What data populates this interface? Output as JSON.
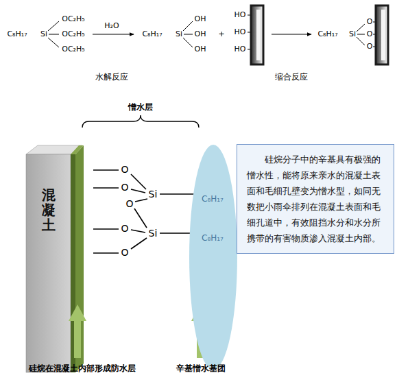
{
  "diagram": {
    "nodes": [
      {
        "text": [
          "混凝土"
        ]
      },
      {
        "text": [
          "C₈H₁₇",
          "C₈H₁₇"
        ]
      },
      {
        "text": [
          "硅烷分子中的辛基具有极强的憎水性，能将原来亲水的混凝土表面和毛细孔壁变为憎水型，如同无数把小雨伞排列在混凝土表面和毛细孔道中，有效阻挡水分和水分所携带的有害物质渗入混凝土内部。"
        ]
      }
    ],
    "labels": [
      "C₈H₁₇",
      "Si",
      "OC₂H₅",
      "OC₂H₅",
      "OC₂H₅",
      "H₂O",
      "C₈H₁₇",
      "Si",
      "OH",
      "OH",
      "OH",
      "+",
      "HO",
      "HO",
      "HO",
      "C₈H₁₇",
      "Si",
      "O",
      "O",
      "O",
      "水解反应",
      "缩合反应",
      "憎水层",
      "O",
      "O",
      "O",
      "O",
      "O",
      "Si",
      "Si",
      "硅烷在混凝土内部形成防水层",
      "辛基憎水基团"
    ]
  }
}
